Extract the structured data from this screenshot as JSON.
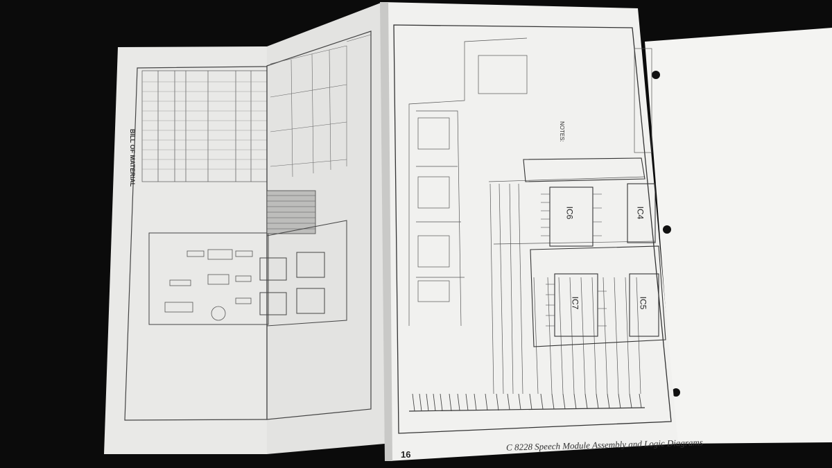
{
  "document": {
    "page_number": "16",
    "caption": "C 8228 Speech Module Assembly and Logic Diagrams",
    "bill_of_material_title": "BILL OF MATERIAL",
    "notes_label": "NOTES:",
    "ic_labels": [
      "IC6",
      "IC4",
      "IC7",
      "IC5"
    ]
  },
  "colors": {
    "background": "#0b0b0b",
    "paper": "#efefed",
    "paper_shadow": "#d8d8d6",
    "ink": "#3a3a3a"
  }
}
